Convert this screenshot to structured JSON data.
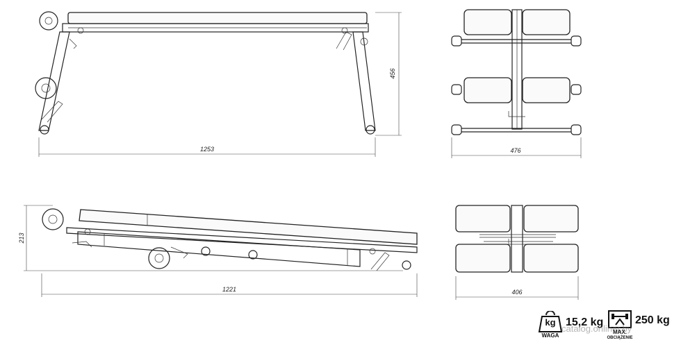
{
  "dimensions": {
    "top_side_length": "1253",
    "top_side_height": "456",
    "top_end_width": "476",
    "bottom_side_length": "1221",
    "bottom_side_height": "213",
    "bottom_end_width": "406"
  },
  "specs": {
    "weight_icon_text": "kg",
    "weight_value": "15,2 kg",
    "weight_caption": "WAGA",
    "max_load_value": "250 kg",
    "max_load_caption_1": "MAX.",
    "max_load_caption_2": "OBCIĄŻENIE"
  },
  "watermark": "catalog.onliner.by",
  "colors": {
    "line": "#222222",
    "pad_fill": "#fafafa"
  }
}
